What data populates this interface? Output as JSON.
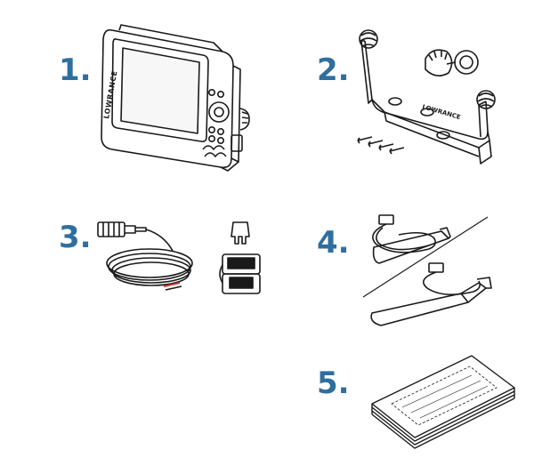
{
  "items": [
    {
      "number": "1.",
      "name": "display-unit"
    },
    {
      "number": "2.",
      "name": "mounting-bracket-kit"
    },
    {
      "number": "3.",
      "name": "power-cable-and-fuse"
    },
    {
      "number": "4.",
      "name": "transducer"
    },
    {
      "number": "5.",
      "name": "documentation"
    }
  ],
  "device_brand": "LOWRANCE",
  "bracket_brand": "LOWRANCE",
  "colors": {
    "number": "#2f6f9f",
    "line": "#1a1a1a"
  }
}
